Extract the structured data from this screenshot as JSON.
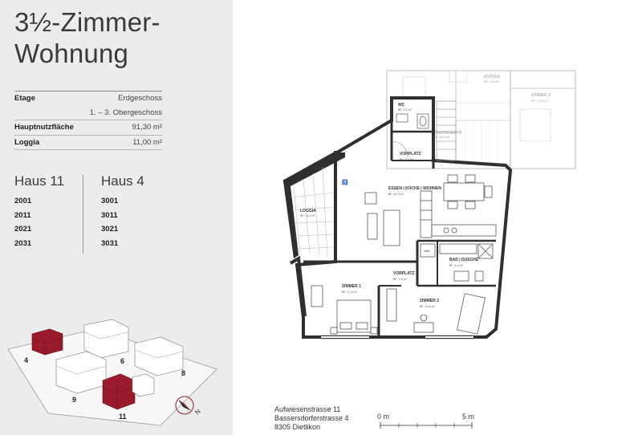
{
  "title": {
    "line1": "3½-Zimmer-",
    "line2": "Wohnung"
  },
  "specs": [
    {
      "label": "Etage",
      "value": "Erdgeschoss"
    },
    {
      "label": "",
      "value": "1. – 3. Obergeschoss"
    },
    {
      "label": "Hauptnutzfläche",
      "value": "91,30 m²"
    },
    {
      "label": "Loggia",
      "value": "11,00 m²"
    }
  ],
  "haus": [
    {
      "name": "Haus 11",
      "units": [
        "2001",
        "2011",
        "2021",
        "2031"
      ]
    },
    {
      "name": "Haus 4",
      "units": [
        "3001",
        "3011",
        "3021",
        "3031"
      ]
    }
  ],
  "site_map": {
    "labels": [
      "4",
      "6",
      "8",
      "9",
      "11"
    ],
    "compass": "N",
    "highlight_color": "#9b1b2a"
  },
  "rooms": {
    "wc": {
      "name": "WC",
      "area": "BF: 2.2 m²"
    },
    "treppenhaus": {
      "name": "TREPPENHAUS",
      "area": "BF: 13.0 m²"
    },
    "entree": {
      "name": "ENTREE",
      "area": "BF: 3.4 m²"
    },
    "zimmer3": {
      "name": "ZIMMER 3",
      "area": "BF: 14.8 m²"
    },
    "vorplatz_top": {
      "name": "VORPLATZ",
      "area": "BF: 6.7 m²"
    },
    "essen": {
      "name": "ESSEN | KÜCHE | WOHNEN",
      "area": "BF: 41.5 m²"
    },
    "loggia": {
      "name": "LOGGIA",
      "area": "BF: 11.0 m²"
    },
    "wm": {
      "name": "WM"
    },
    "bad": {
      "name": "BAD | DUSCHE",
      "area": "BF: 6.3 m²"
    },
    "vorplatz_mid": {
      "name": "VORPLATZ",
      "area": "BF: 2.6 m²"
    },
    "zimmer1": {
      "name": "ZIMMER 1",
      "area": "BF: 17.4 m²"
    },
    "zimmer2": {
      "name": "ZIMMER 2",
      "area": "BF: 14.6 m²"
    }
  },
  "address": [
    "Aufwiesenstrasse 11",
    "Bassersdorferstrasse 4",
    "8305 Dietlikon"
  ],
  "scale": {
    "start": "0 m",
    "end": "5 m"
  },
  "colors": {
    "panel": "#ececec",
    "wall": "#2f2f2f",
    "accent": "#9b1b2a"
  }
}
